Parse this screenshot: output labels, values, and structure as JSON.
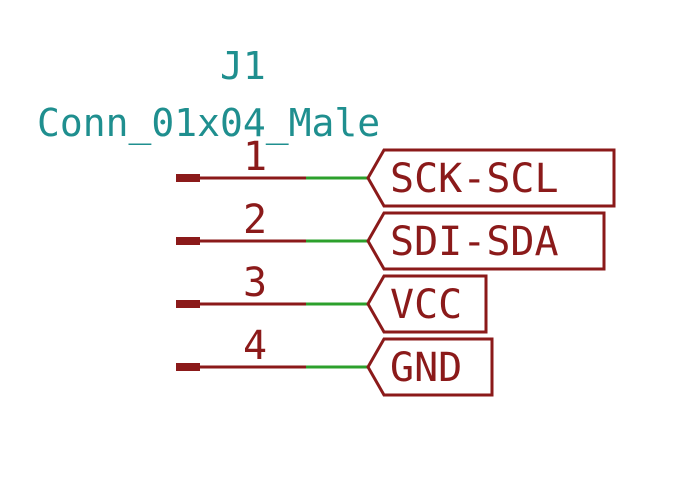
{
  "component": {
    "reference": "J1",
    "value": "Conn_01x04_Male"
  },
  "pins": [
    {
      "number": "1",
      "net_label": "SCK-SCL"
    },
    {
      "number": "2",
      "net_label": "SDI-SDA"
    },
    {
      "number": "3",
      "net_label": "VCC"
    },
    {
      "number": "4",
      "net_label": "GND"
    }
  ],
  "colors": {
    "symbol_text": "#1f8f8f",
    "pin": "#8b1a1a",
    "wire": "#2ca02c",
    "label": "#8b1a1a",
    "background": "#ffffff"
  }
}
